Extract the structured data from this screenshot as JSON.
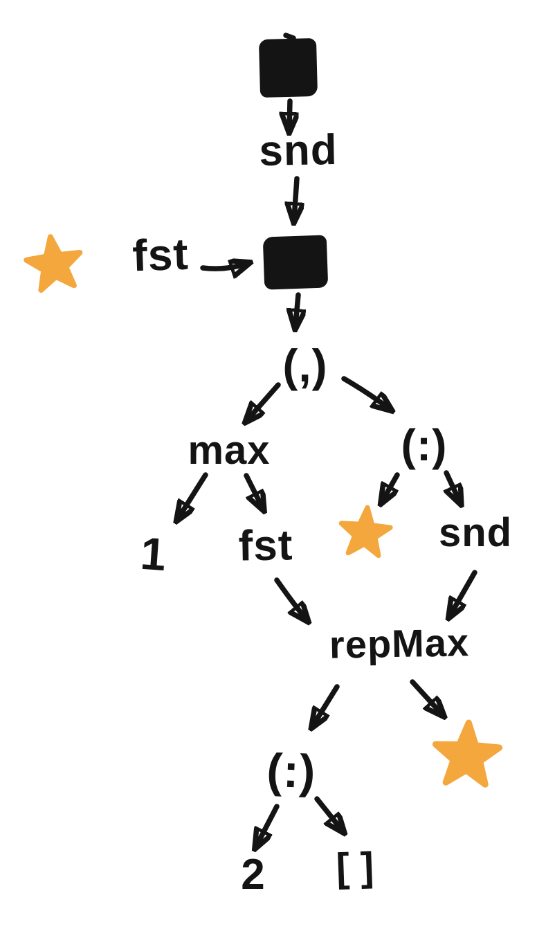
{
  "colors": {
    "background": "#ffffff",
    "ink": "#141414",
    "star": "#f3a73d"
  },
  "nodes": {
    "thunk_top": {
      "type": "filled-thunk-box"
    },
    "snd_top": {
      "label": "snd"
    },
    "star_left": {
      "type": "star"
    },
    "fst_left": {
      "label": "fst"
    },
    "thunk_mid": {
      "type": "filled-thunk-box"
    },
    "pair": {
      "label": "(,)"
    },
    "max": {
      "label": "max"
    },
    "cons_upper": {
      "label": "(:)"
    },
    "one": {
      "label": "1"
    },
    "fst_mid": {
      "label": "fst"
    },
    "star_mid": {
      "type": "star"
    },
    "snd_mid": {
      "label": "snd"
    },
    "repmax": {
      "label": "repMax"
    },
    "cons_lower": {
      "label": "(:)"
    },
    "star_right": {
      "type": "star"
    },
    "two": {
      "label": "2"
    },
    "nil": {
      "label": "[]"
    }
  },
  "edges": [
    {
      "from": "thunk_top",
      "to": "snd_top"
    },
    {
      "from": "snd_top",
      "to": "thunk_mid"
    },
    {
      "from": "fst_left",
      "to": "thunk_mid"
    },
    {
      "from": "thunk_mid",
      "to": "pair"
    },
    {
      "from": "pair",
      "to": "max"
    },
    {
      "from": "pair",
      "to": "cons_upper"
    },
    {
      "from": "max",
      "to": "one"
    },
    {
      "from": "max",
      "to": "fst_mid"
    },
    {
      "from": "cons_upper",
      "to": "star_mid"
    },
    {
      "from": "cons_upper",
      "to": "snd_mid"
    },
    {
      "from": "fst_mid",
      "to": "repmax"
    },
    {
      "from": "snd_mid",
      "to": "repmax"
    },
    {
      "from": "repmax",
      "to": "cons_lower"
    },
    {
      "from": "repmax",
      "to": "star_right"
    },
    {
      "from": "cons_lower",
      "to": "two"
    },
    {
      "from": "cons_lower",
      "to": "nil"
    }
  ]
}
